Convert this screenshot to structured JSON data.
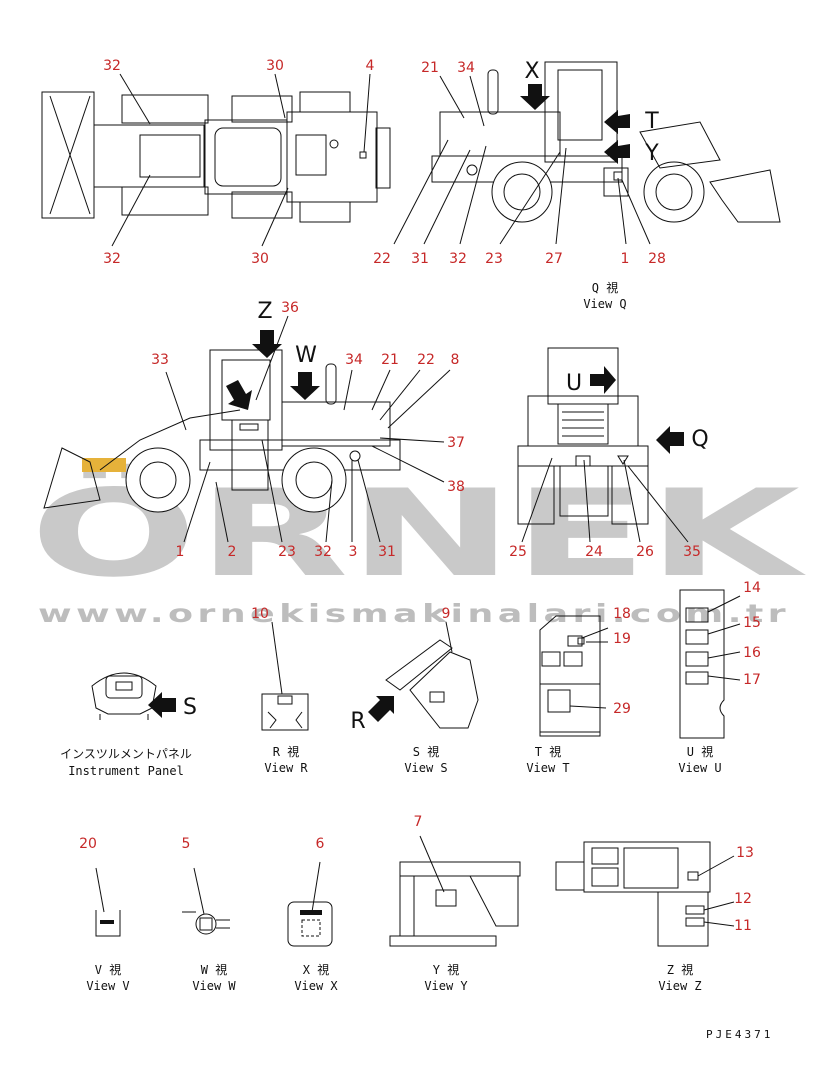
{
  "watermark": {
    "logo_text": "ÖRNEK",
    "url": "www.ornekismakinalari.com.tr"
  },
  "drawing_code": "PJE4371",
  "views": {
    "view_q": {
      "jp": "Q 視",
      "en": "View Q"
    },
    "instrument_panel": {
      "jp": "インスツルメントパネル",
      "en": "Instrument Panel"
    },
    "view_r": {
      "jp": "R 視",
      "en": "View R"
    },
    "view_s": {
      "jp": "S 視",
      "en": "View S"
    },
    "view_t": {
      "jp": "T 視",
      "en": "View T"
    },
    "view_u": {
      "jp": "U 視",
      "en": "View U"
    },
    "view_v": {
      "jp": "V 視",
      "en": "View V"
    },
    "view_w": {
      "jp": "W 視",
      "en": "View W"
    },
    "view_x": {
      "jp": "X 視",
      "en": "View X"
    },
    "view_y": {
      "jp": "Y 視",
      "en": "View Y"
    },
    "view_z": {
      "jp": "Z 視",
      "en": "View Z"
    }
  },
  "view_letters": {
    "x": "X",
    "t": "T",
    "y": "Y",
    "z": "Z",
    "w": "W",
    "u": "U",
    "q": "Q",
    "s": "S",
    "r": "R"
  },
  "callouts": {
    "top": [
      "32",
      "30",
      "4",
      "32",
      "30"
    ],
    "side_right": [
      "21",
      "34",
      "22",
      "31",
      "32",
      "23",
      "27",
      "1",
      "28"
    ],
    "side_left": [
      "36",
      "33",
      "34",
      "21",
      "22",
      "8",
      "37",
      "38",
      "1",
      "2",
      "23",
      "32",
      "3",
      "31"
    ],
    "rear": [
      "25",
      "24",
      "26",
      "35"
    ],
    "view_r": [
      "10"
    ],
    "view_s": [
      "9"
    ],
    "view_t": [
      "18",
      "19",
      "29"
    ],
    "view_u": [
      "14",
      "15",
      "16",
      "17"
    ],
    "view_v": [
      "20"
    ],
    "view_w": [
      "5"
    ],
    "view_x": [
      "6"
    ],
    "view_y": [
      "7"
    ],
    "view_z": [
      "13",
      "12",
      "11"
    ]
  }
}
